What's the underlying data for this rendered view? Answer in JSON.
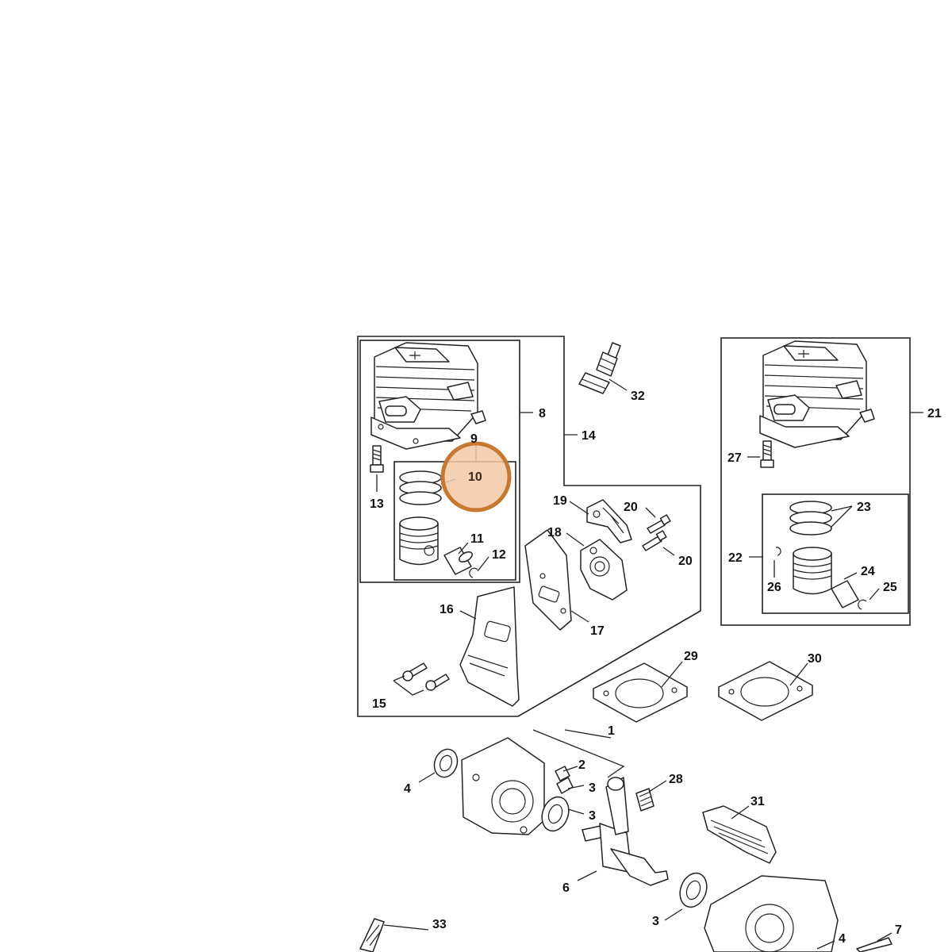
{
  "diagram": {
    "callouts": [
      {
        "id": "c1",
        "label": "1"
      },
      {
        "id": "c2",
        "label": "2"
      },
      {
        "id": "c3a",
        "label": "3"
      },
      {
        "id": "c3b",
        "label": "3"
      },
      {
        "id": "c4a",
        "label": "4"
      },
      {
        "id": "c4b",
        "label": "4"
      },
      {
        "id": "c6",
        "label": "6"
      },
      {
        "id": "c7",
        "label": "7"
      },
      {
        "id": "c8",
        "label": "8"
      },
      {
        "id": "c9",
        "label": "9"
      },
      {
        "id": "c10",
        "label": "10"
      },
      {
        "id": "c11",
        "label": "11"
      },
      {
        "id": "c12",
        "label": "12"
      },
      {
        "id": "c13",
        "label": "13"
      },
      {
        "id": "c14",
        "label": "14"
      },
      {
        "id": "c15",
        "label": "15"
      },
      {
        "id": "c16",
        "label": "16"
      },
      {
        "id": "c17",
        "label": "17"
      },
      {
        "id": "c18",
        "label": "18"
      },
      {
        "id": "c19",
        "label": "19"
      },
      {
        "id": "c20a",
        "label": "20"
      },
      {
        "id": "c20b",
        "label": "20"
      },
      {
        "id": "c21",
        "label": "21"
      },
      {
        "id": "c22",
        "label": "22"
      },
      {
        "id": "c23",
        "label": "23"
      },
      {
        "id": "c24",
        "label": "24"
      },
      {
        "id": "c25",
        "label": "25"
      },
      {
        "id": "c26",
        "label": "26"
      },
      {
        "id": "c27",
        "label": "27"
      },
      {
        "id": "c28",
        "label": "28"
      },
      {
        "id": "c29",
        "label": "29"
      },
      {
        "id": "c30",
        "label": "30"
      },
      {
        "id": "c31",
        "label": "31"
      },
      {
        "id": "c32",
        "label": "32"
      },
      {
        "id": "c33",
        "label": "33"
      }
    ],
    "highlight": {
      "label": "10",
      "color": "#c8782e",
      "fill": "#f2c9a8"
    }
  }
}
